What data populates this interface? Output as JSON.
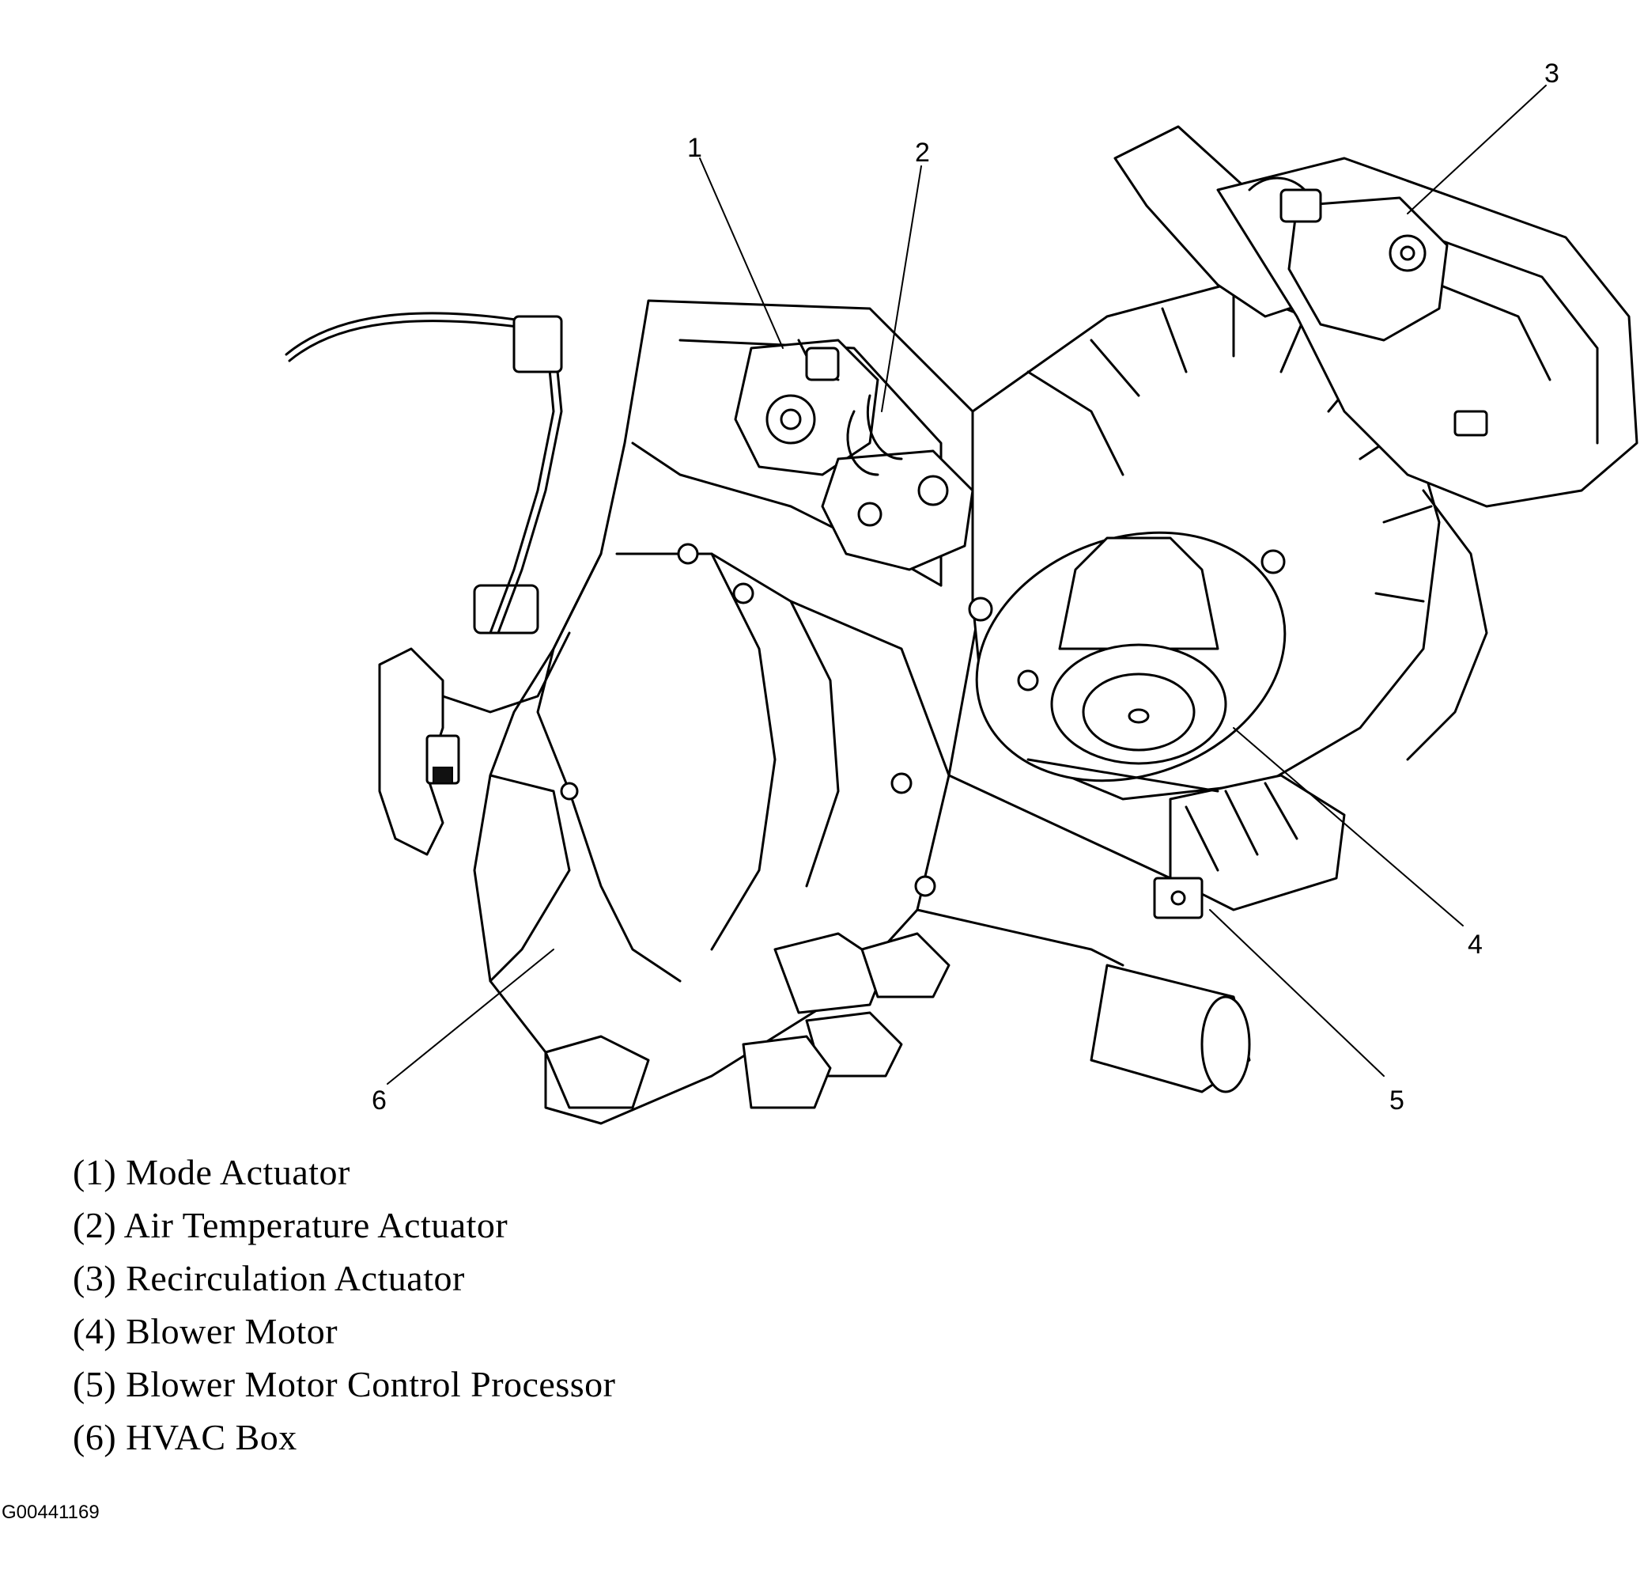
{
  "callouts": [
    "1",
    "2",
    "3",
    "4",
    "5",
    "6"
  ],
  "legend": [
    "(1) Mode Actuator",
    "(2) Air Temperature Actuator",
    "(3) Recirculation Actuator",
    "(4) Blower Motor",
    "(5) Blower Motor Control Processor",
    "(6) HVAC Box"
  ],
  "figure_id": "G00441169",
  "components": [
    "mode-actuator",
    "air-temperature-actuator",
    "recirculation-actuator",
    "blower-motor",
    "blower-motor-control-processor",
    "hvac-box"
  ]
}
